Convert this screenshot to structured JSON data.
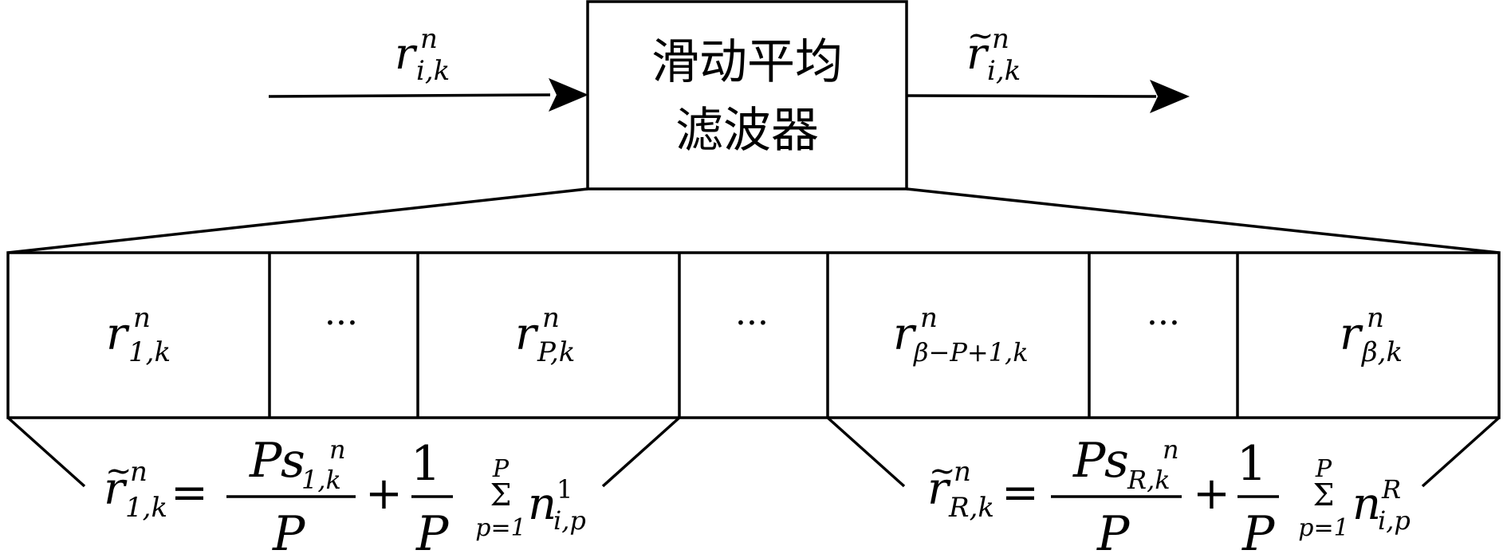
{
  "filter_box": {
    "line1": "滑动平均",
    "line2": "滤波器"
  },
  "input_arrow": {
    "base": "r",
    "sup": "n",
    "sub": "i,k"
  },
  "output_arrow": {
    "tilde": "~",
    "base": "r",
    "sup": "n",
    "sub": "i,k"
  },
  "cells": [
    {
      "type": "symbol",
      "base": "r",
      "sup": "n",
      "sub": "1,k"
    },
    {
      "type": "ellipsis",
      "text": "···"
    },
    {
      "type": "symbol",
      "base": "r",
      "sup": "n",
      "sub": "P,k"
    },
    {
      "type": "ellipsis",
      "text": "···"
    },
    {
      "type": "symbol",
      "base": "r",
      "sup": "n",
      "sub": "β−P+1,k"
    },
    {
      "type": "ellipsis",
      "text": "···"
    },
    {
      "type": "symbol",
      "base": "r",
      "sup": "n",
      "sub": "β,k"
    }
  ],
  "formula_left": {
    "lhs_tilde": "~",
    "lhs_base": "r",
    "lhs_sup": "n",
    "lhs_sub": "1,k",
    "equals": "=",
    "frac1_num_P": "P",
    "frac1_num_s": "s",
    "frac1_num_sub": "1,k",
    "frac1_num_sup": "n",
    "frac1_den": "P",
    "plus": "+",
    "frac2_num": "1",
    "frac2_den": "P",
    "sum_symbol": "Σ",
    "sum_upper": "P",
    "sum_lower": "p=1",
    "term_base": "n",
    "term_sup": "1",
    "term_sub": "i,p"
  },
  "formula_right": {
    "lhs_tilde": "~",
    "lhs_base": "r",
    "lhs_sup": "n",
    "lhs_sub": "R,k",
    "equals": "=",
    "frac1_num_P": "P",
    "frac1_num_s": "s",
    "frac1_num_sub": "R,k",
    "frac1_num_sup": "n",
    "frac1_den": "P",
    "plus": "+",
    "frac2_num": "1",
    "frac2_den": "P",
    "sum_symbol": "Σ",
    "sum_upper": "P",
    "sum_lower": "p=1",
    "term_base": "n",
    "term_sup": "R",
    "term_sub": "i,p"
  },
  "colors": {
    "stroke": "#000000",
    "background": "#ffffff"
  }
}
